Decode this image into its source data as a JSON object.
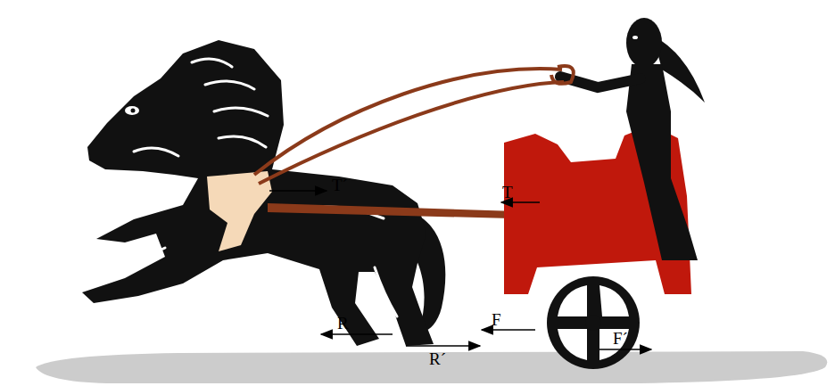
{
  "diagram": {
    "labels": [
      "T´",
      "T",
      "R",
      "F",
      "F´",
      "R´"
    ]
  }
}
